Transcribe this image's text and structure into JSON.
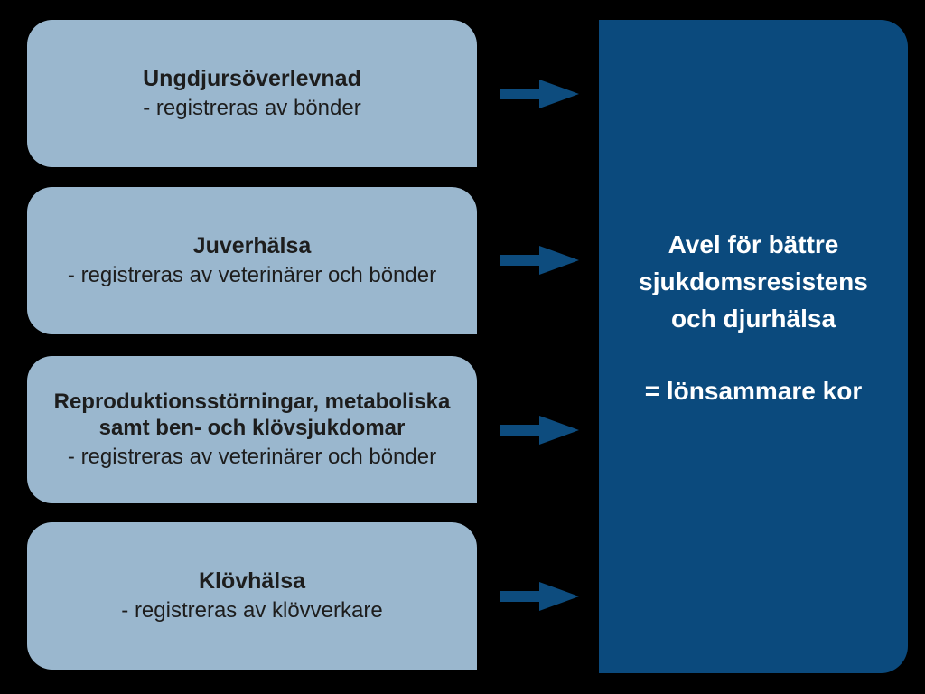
{
  "diagram": {
    "boxes": [
      {
        "title": "Ungdjursöverlevnad",
        "subtitle": "- registreras av bönder"
      },
      {
        "title": "Juverhälsa",
        "subtitle": "- registreras av veterinärer och bönder"
      },
      {
        "title": "Reproduktionsstörningar, metaboliska\nsamt ben- och klövsjukdomar",
        "subtitle": "- registreras av veterinärer och bönder"
      },
      {
        "title": "Klövhälsa",
        "subtitle": "- registreras av klövverkare"
      }
    ],
    "result_box": {
      "heading": "Avel för bättre\nsjukdomsresistens\noch djurhälsa",
      "equals_line": "= lönsammare kor"
    },
    "colors": {
      "background": "#000000",
      "source_box_fill": "#9ab7ce",
      "source_box_text": "#1d1d1d",
      "result_box_fill": "#0b4a7d",
      "result_box_text": "#ffffff",
      "arrow": "#0b4a7d"
    }
  }
}
